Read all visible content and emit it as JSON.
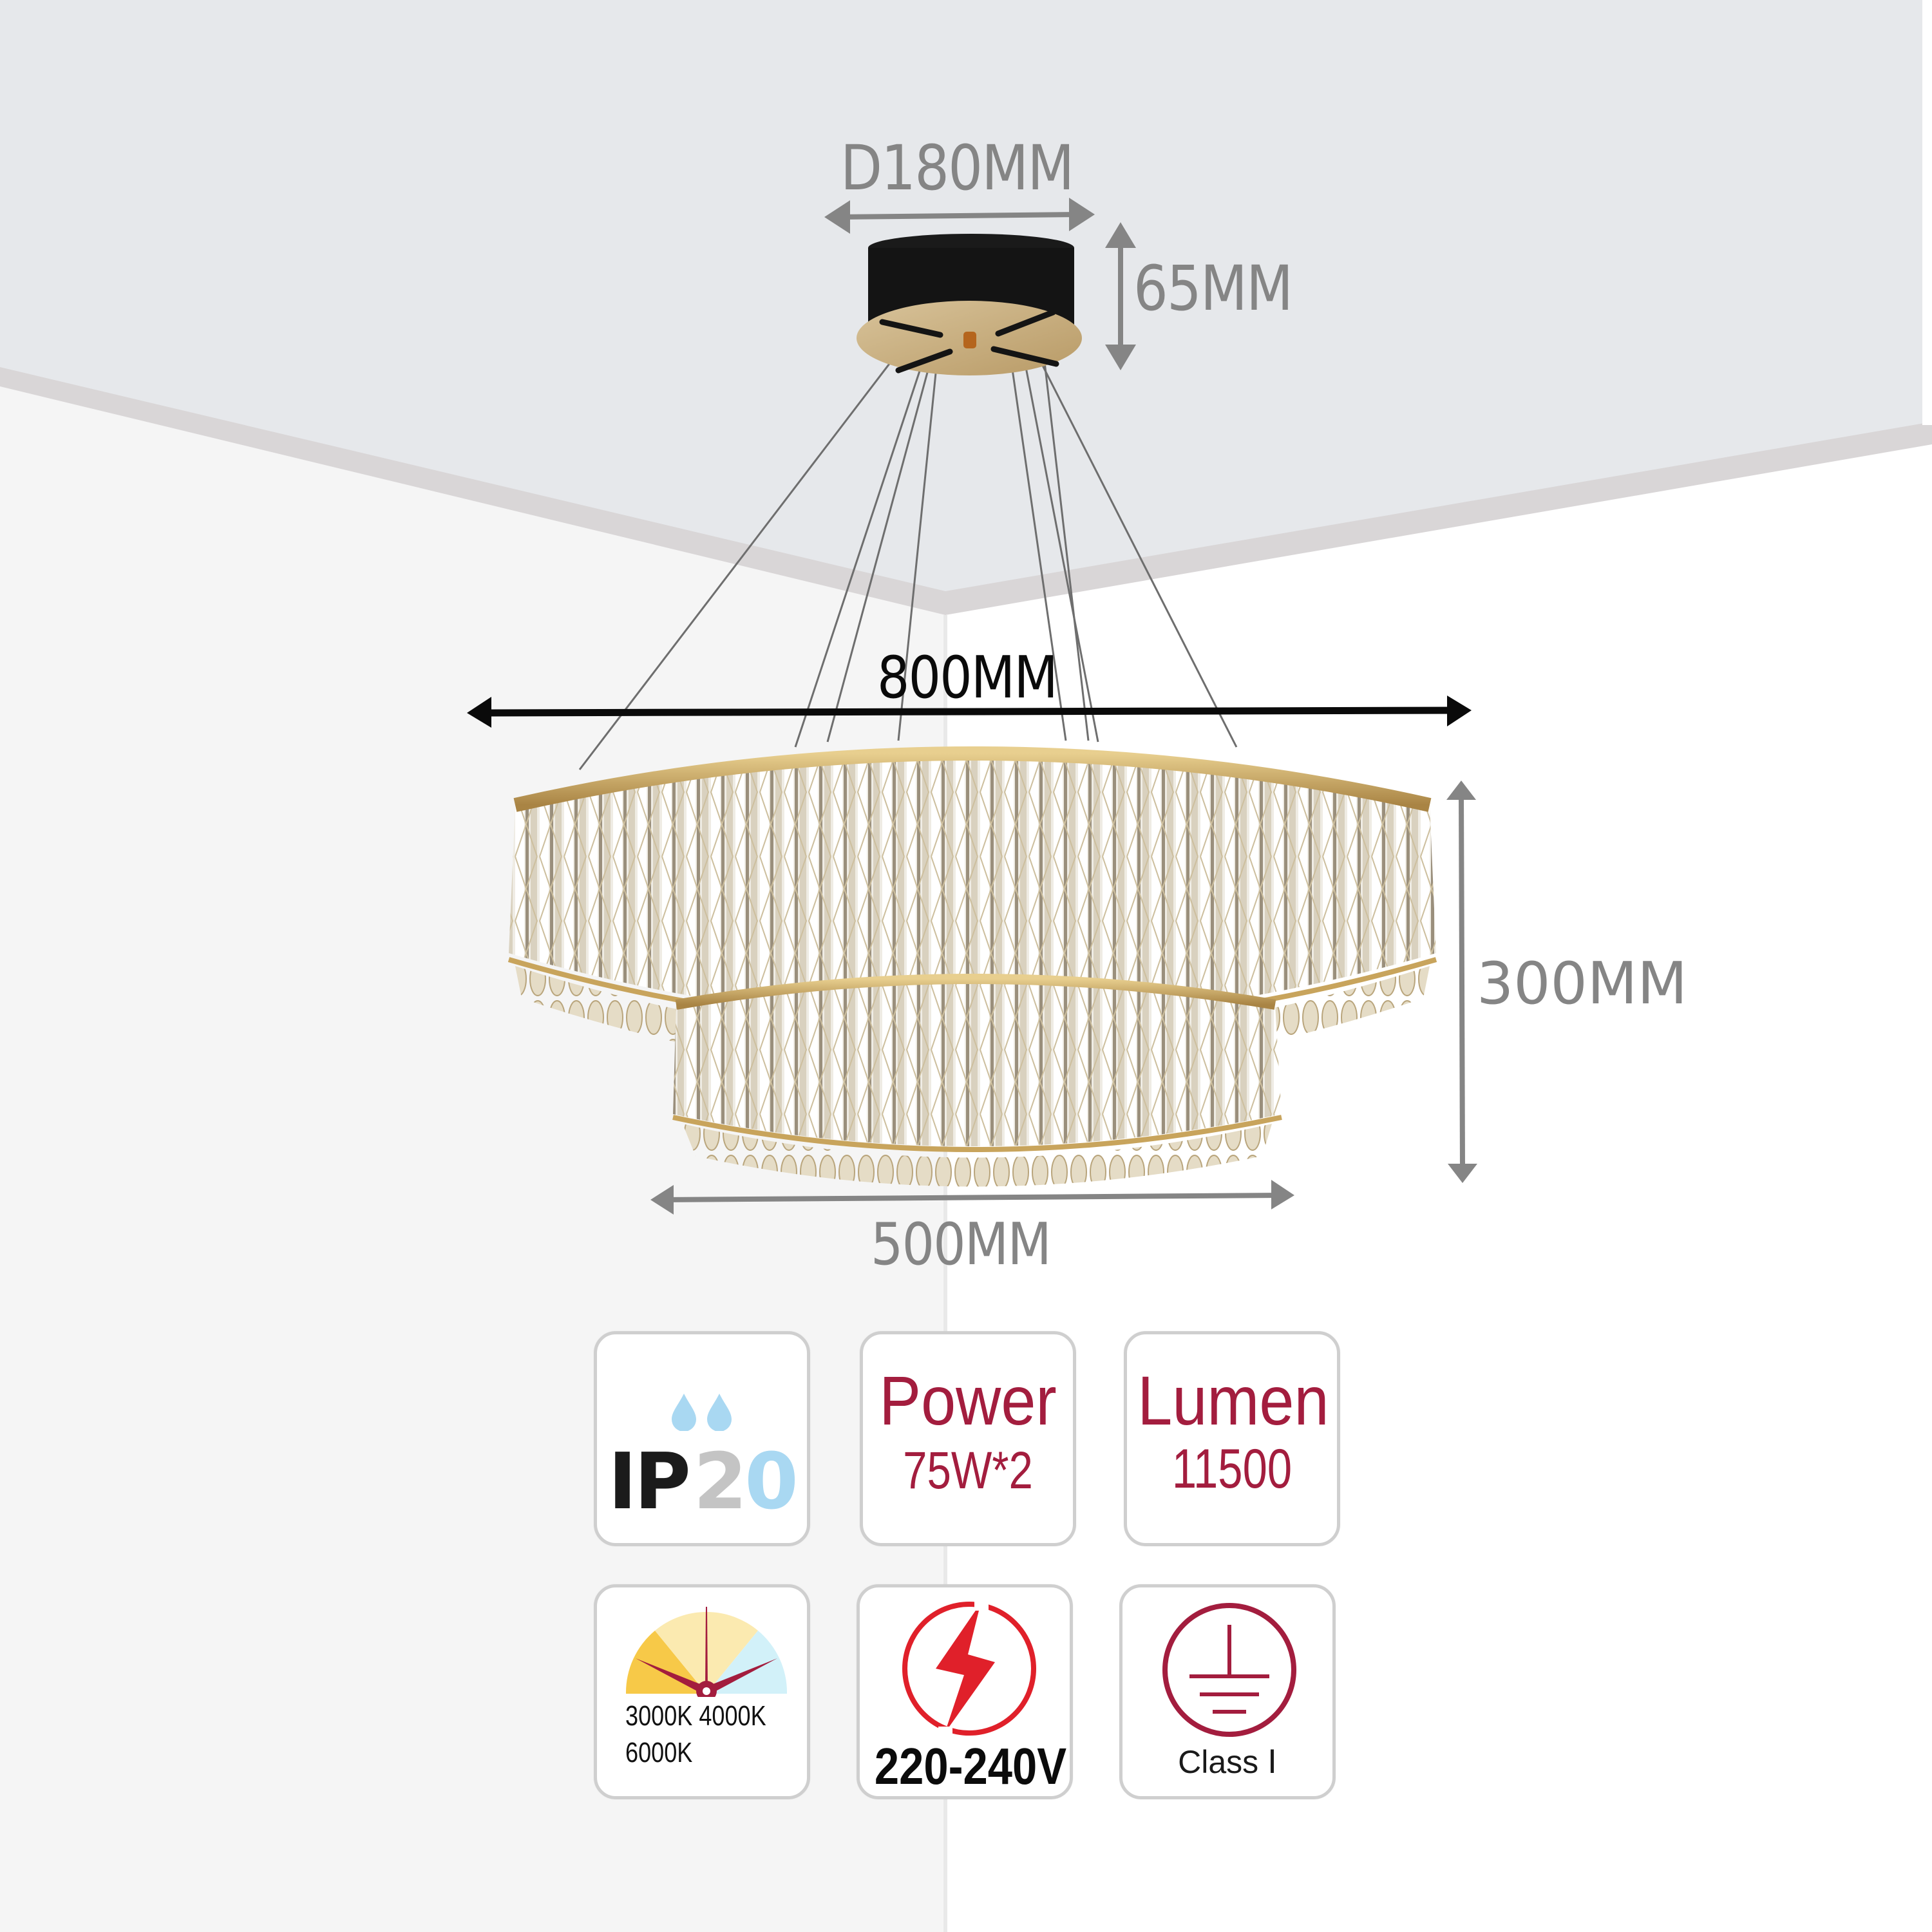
{
  "colors": {
    "ceiling": "#e6e8eb",
    "ceiling_edge": "#d6d3d4",
    "left_wall": "#f5f5f5",
    "right_wall": "#ffffff",
    "dimension_gray": "#858585",
    "dimension_black": "#0a0a0a",
    "accent_red": "#a31d3e",
    "lightning_red": "#e0202a",
    "gold": "#c9a86a",
    "canopy_black": "#141414"
  },
  "dimensions": {
    "canopy_diameter": "D180MM",
    "canopy_height": "65MM",
    "overall_width": "800MM",
    "overall_height": "300MM",
    "lower_tier_width": "500MM"
  },
  "specs": {
    "ip_rating": {
      "prefix": "IP",
      "digit1": "2",
      "digit2": "0",
      "icon": "water-drops-icon"
    },
    "power": {
      "title": "Power",
      "value": "75W*2"
    },
    "lumen": {
      "title": "Lumen",
      "value": "11500"
    },
    "color_temperature": {
      "line1": "3000K 4000K",
      "line2": "6000K",
      "icon": "color-temperature-gauge-icon"
    },
    "voltage": {
      "value": "220-240V",
      "icon": "lightning-circle-icon"
    },
    "insulation_class": {
      "value": "Class Ⅰ",
      "icon": "earth-ground-icon"
    }
  }
}
